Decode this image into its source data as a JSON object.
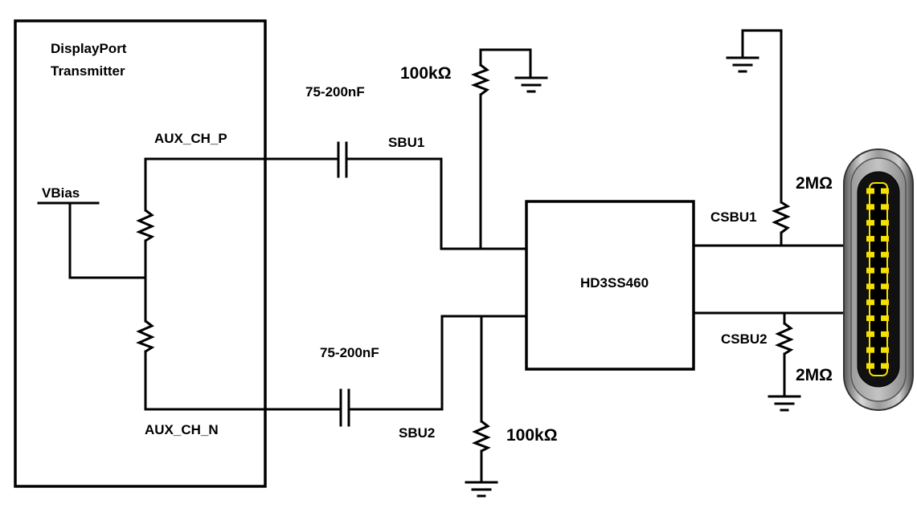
{
  "transmitter": {
    "title_line1": "DisplayPort",
    "title_line2": "Transmitter"
  },
  "signals": {
    "aux_p": "AUX_CH_P",
    "aux_n": "AUX_CH_N",
    "vbias": "VBias",
    "sbu1": "SBU1",
    "sbu2": "SBU2",
    "csbu1": "CSBU1",
    "csbu2": "CSBU2"
  },
  "components": {
    "cap_top": "75-200nF",
    "cap_bottom": "75-200nF",
    "res_pull_top": "100kΩ",
    "res_pull_bottom": "100kΩ",
    "res_csbu1": "2MΩ",
    "res_csbu2": "2MΩ",
    "switch_ic": "HD3SS460"
  },
  "connector": {
    "type": "USB Type-C receptacle",
    "pin_count_visible": 12,
    "pin_color": "#f5e000"
  }
}
